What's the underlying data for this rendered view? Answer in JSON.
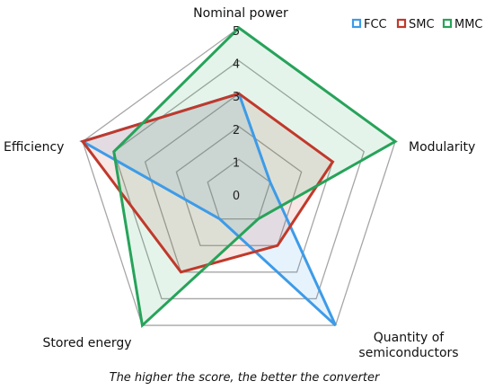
{
  "chart_data": {
    "type": "radar",
    "axes": [
      "Nominal power",
      "Modularity",
      "Quantity of semiconductors",
      "Stored energy",
      "Efficiency"
    ],
    "axes_display": [
      [
        "Nominal power"
      ],
      [
        "Modularity"
      ],
      [
        "Quantity of",
        "semiconductors"
      ],
      [
        "Stored energy"
      ],
      [
        "Efficiency"
      ]
    ],
    "range": [
      0,
      5
    ],
    "ticks": [
      "0",
      "1",
      "2",
      "3",
      "4",
      "5"
    ],
    "series": [
      {
        "name": "FCC",
        "color": "#3d9be8",
        "values": [
          3,
          1,
          5,
          1,
          5
        ]
      },
      {
        "name": "SMC",
        "color": "#c0392b",
        "values": [
          3,
          3,
          2,
          3,
          5
        ]
      },
      {
        "name": "MMC",
        "color": "#27a35a",
        "values": [
          5,
          5,
          1,
          5,
          4
        ]
      }
    ],
    "legend_position": "top-right",
    "caption": "The higher the score, the better the converter"
  }
}
